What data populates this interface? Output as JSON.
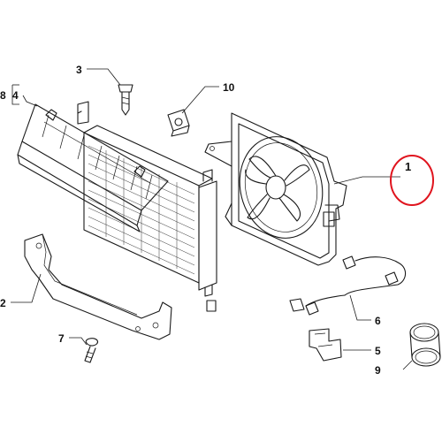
{
  "diagram": {
    "callouts": [
      {
        "id": "c1",
        "label": "1"
      },
      {
        "id": "c2",
        "label": "2"
      },
      {
        "id": "c3",
        "label": "3"
      },
      {
        "id": "c4",
        "label": "4"
      },
      {
        "id": "c5",
        "label": "5"
      },
      {
        "id": "c6",
        "label": "6"
      },
      {
        "id": "c7",
        "label": "7"
      },
      {
        "id": "c8",
        "label": "8"
      },
      {
        "id": "c9",
        "label": "9"
      },
      {
        "id": "c10",
        "label": "10"
      }
    ],
    "highlight_color": "#e0141e"
  }
}
